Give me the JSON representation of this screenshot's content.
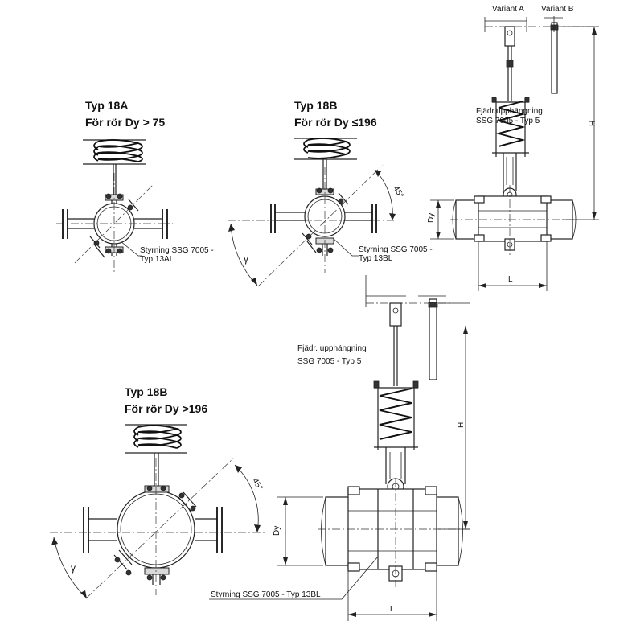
{
  "figures": {
    "typ18a": {
      "title": "Typ 18A",
      "subtitle": "För rör Dy > 75",
      "guide_label_1": "Styrning SSG 7005 -",
      "guide_label_2": "Typ 13AL"
    },
    "typ18b_small": {
      "title": "Typ 18B",
      "subtitle": "För rör Dy ≤196",
      "guide_label_1": "Styrning SSG 7005 -",
      "guide_label_2": "Typ 13BL",
      "angle_label": "45°",
      "gamma_label": "γ"
    },
    "side_view_top": {
      "variant_a": "Variant A",
      "variant_b": "Variant B",
      "spring_label_1": "Fjädr.upphängning",
      "spring_label_2": "SSG 7005 - Typ 5",
      "h_label": "H",
      "dy_label": "Dy",
      "l_label": "L"
    },
    "typ18b_large": {
      "title": "Typ 18B",
      "subtitle": "För rör Dy >196",
      "angle_label": "45°",
      "gamma_label": "γ"
    },
    "side_view_bottom": {
      "spring_label_1": "Fjädr. upphängning",
      "spring_label_2": "SSG 7005 - Typ 5",
      "guide_label": "Styrning SSG 7005 - Typ 13BL",
      "h_label": "H",
      "dy_label": "Dy",
      "l_label": "L"
    }
  }
}
